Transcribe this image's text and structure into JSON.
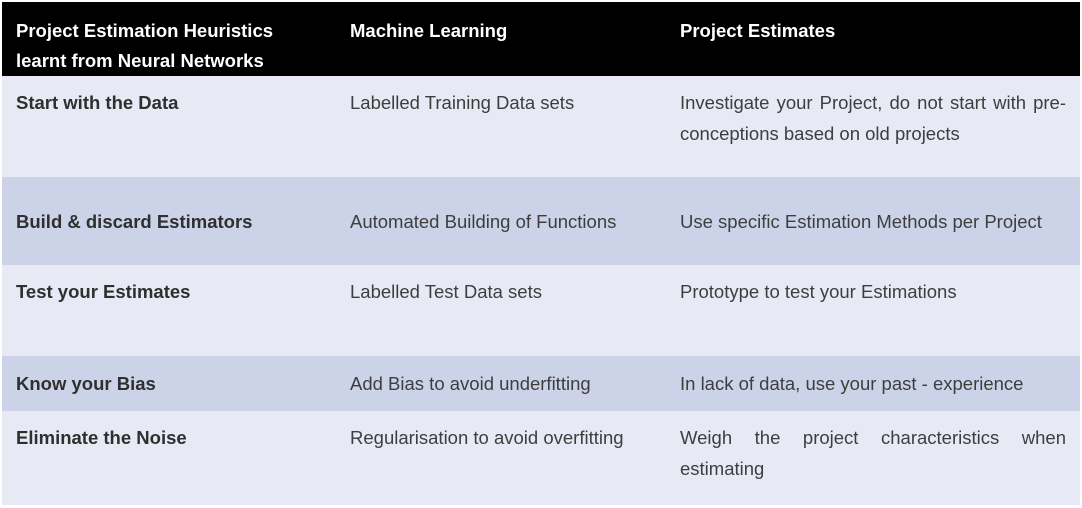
{
  "colors": {
    "header_bg": "#000000",
    "header_text": "#ffffff",
    "row_light_bg": "#e7e9f5",
    "row_dark_bg": "#ccd3e9",
    "body_text": "#3e3e3e",
    "heuristic_text": "#2f2f2f",
    "frame": "#ffffff"
  },
  "table": {
    "headers": [
      "Project Estimation Heuristics learnt from Neural Networks",
      "Machine Learning",
      "Project Estimates"
    ],
    "rows": [
      {
        "heuristic": "Start with the Data",
        "machine_learning": "Labelled Training Data sets",
        "project_estimates": "Investigate your Project, do not start with pre-conceptions based on old projects"
      },
      {
        "heuristic": "Build & discard Estimators",
        "machine_learning": "Automated Building of Functions",
        "project_estimates": "Use specific Estimation Methods per Project"
      },
      {
        "heuristic": "Test your Estimates",
        "machine_learning": "Labelled Test Data sets",
        "project_estimates": "Prototype to test your Estimations"
      },
      {
        "heuristic": "Know your Bias",
        "machine_learning": "Add Bias to avoid underfitting",
        "project_estimates": "In lack of data, use your past - experience"
      },
      {
        "heuristic": "Eliminate the Noise",
        "machine_learning": "Regularisation to avoid overfitting",
        "project_estimates": "Weigh the project characteristics when estimating"
      }
    ]
  }
}
